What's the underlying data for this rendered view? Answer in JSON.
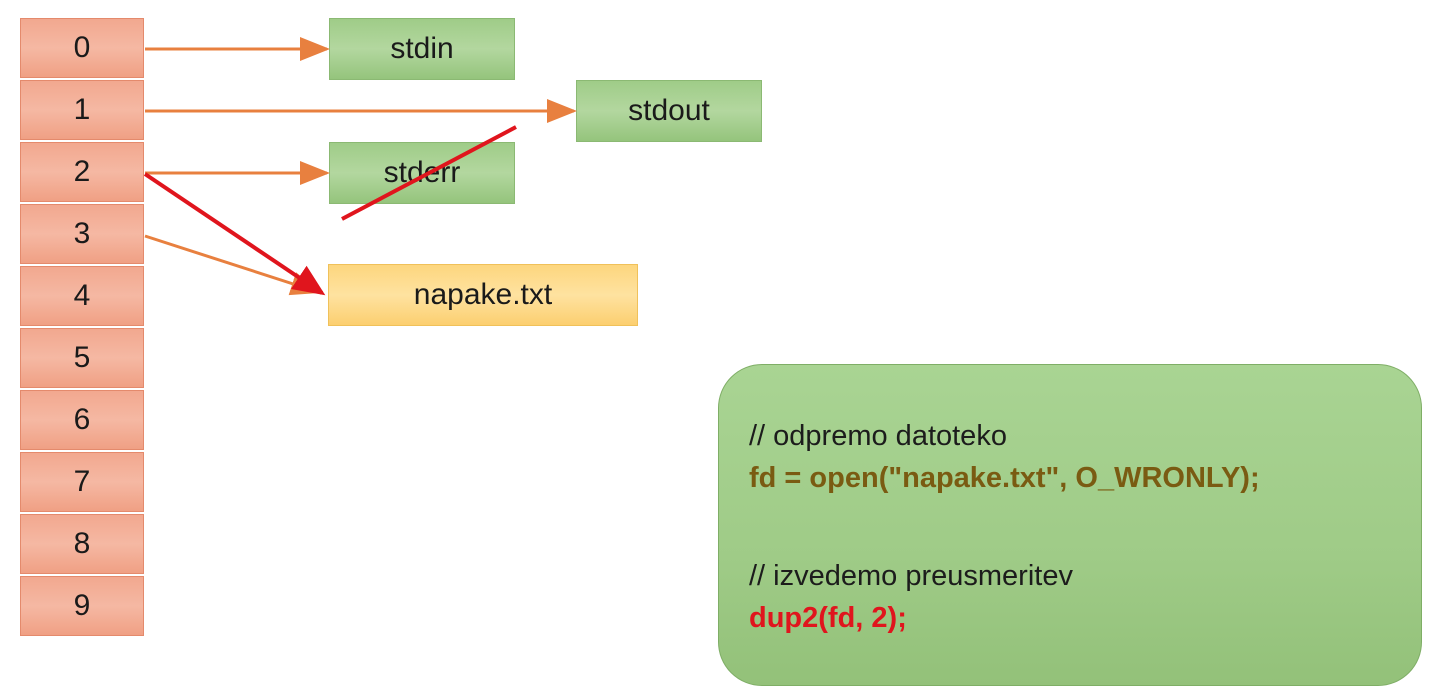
{
  "fd_table": [
    "0",
    "1",
    "2",
    "3",
    "4",
    "5",
    "6",
    "7",
    "8",
    "9"
  ],
  "targets": {
    "stdin": "stdin",
    "stdout": "stdout",
    "stderr": "stderr",
    "napake": "napake.txt"
  },
  "code": {
    "comment_open": "// odpremo datoteko",
    "open_call": "fd = open(\"napake.txt\", O_WRONLY);",
    "comment_dup": "// izvedemo preusmeritev",
    "dup_call": "dup2(fd, 2);"
  },
  "colors": {
    "fd_cell": "#f2a88f",
    "stream_box": "#a9d493",
    "file_box": "#fdd67e",
    "arrow_orange": "#e8803f",
    "arrow_red": "#e0151d",
    "code_olive": "#7a5b12",
    "code_red": "#e0151d"
  }
}
